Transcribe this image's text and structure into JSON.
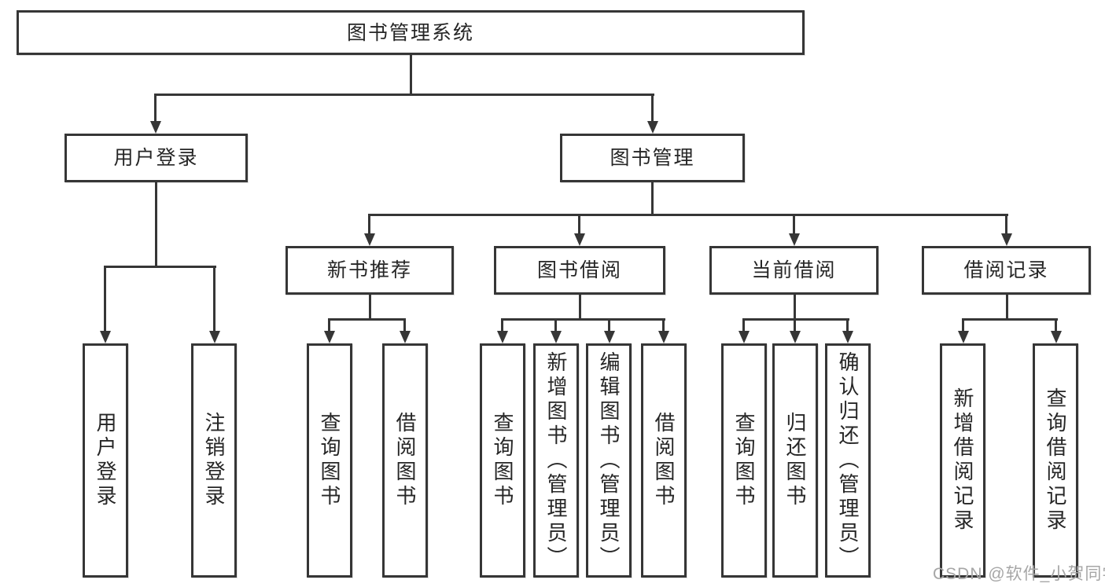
{
  "diagram": {
    "root": "图书管理系统",
    "login": {
      "label": "用户登录",
      "children": [
        "用户登录",
        "注销登录"
      ]
    },
    "mgmt": {
      "label": "图书管理",
      "sections": [
        {
          "label": "新书推荐",
          "children": [
            "查询图书",
            "借阅图书"
          ]
        },
        {
          "label": "图书借阅",
          "children": [
            "查询图书",
            "新增图书（管理员）",
            "编辑图书（管理员）",
            "借阅图书"
          ]
        },
        {
          "label": "当前借阅",
          "children": [
            "查询图书",
            "归还图书",
            "确认归还（管理员）"
          ]
        },
        {
          "label": "借阅记录",
          "children": [
            "新增借阅记录",
            "查询借阅记录"
          ]
        }
      ]
    }
  },
  "watermark": "CSDN @软件_小贺同学",
  "colors": {
    "line": "#363636",
    "text": "#262626",
    "background": "#ffffff",
    "watermark_text": "#a6a6a6"
  }
}
